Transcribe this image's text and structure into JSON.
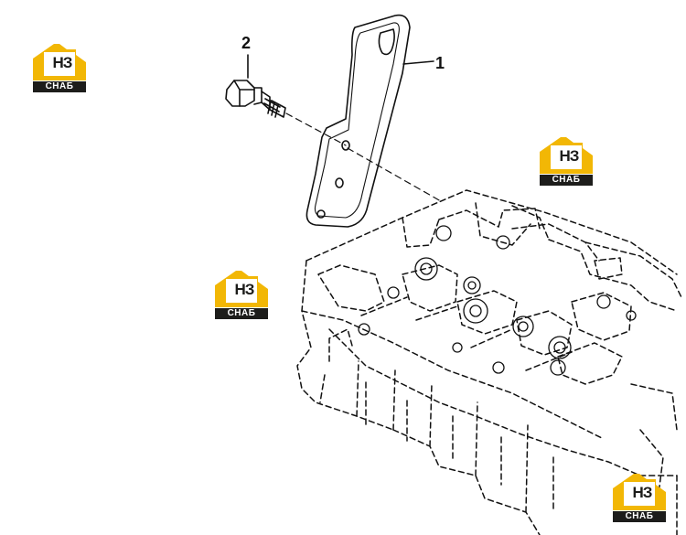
{
  "callouts": {
    "bracket": "1",
    "bolt": "2"
  },
  "watermark": {
    "monogram": "НЗ",
    "caption": "СНАБ",
    "accent_color": "#f2b705",
    "ink_color": "#1d1d1b"
  }
}
